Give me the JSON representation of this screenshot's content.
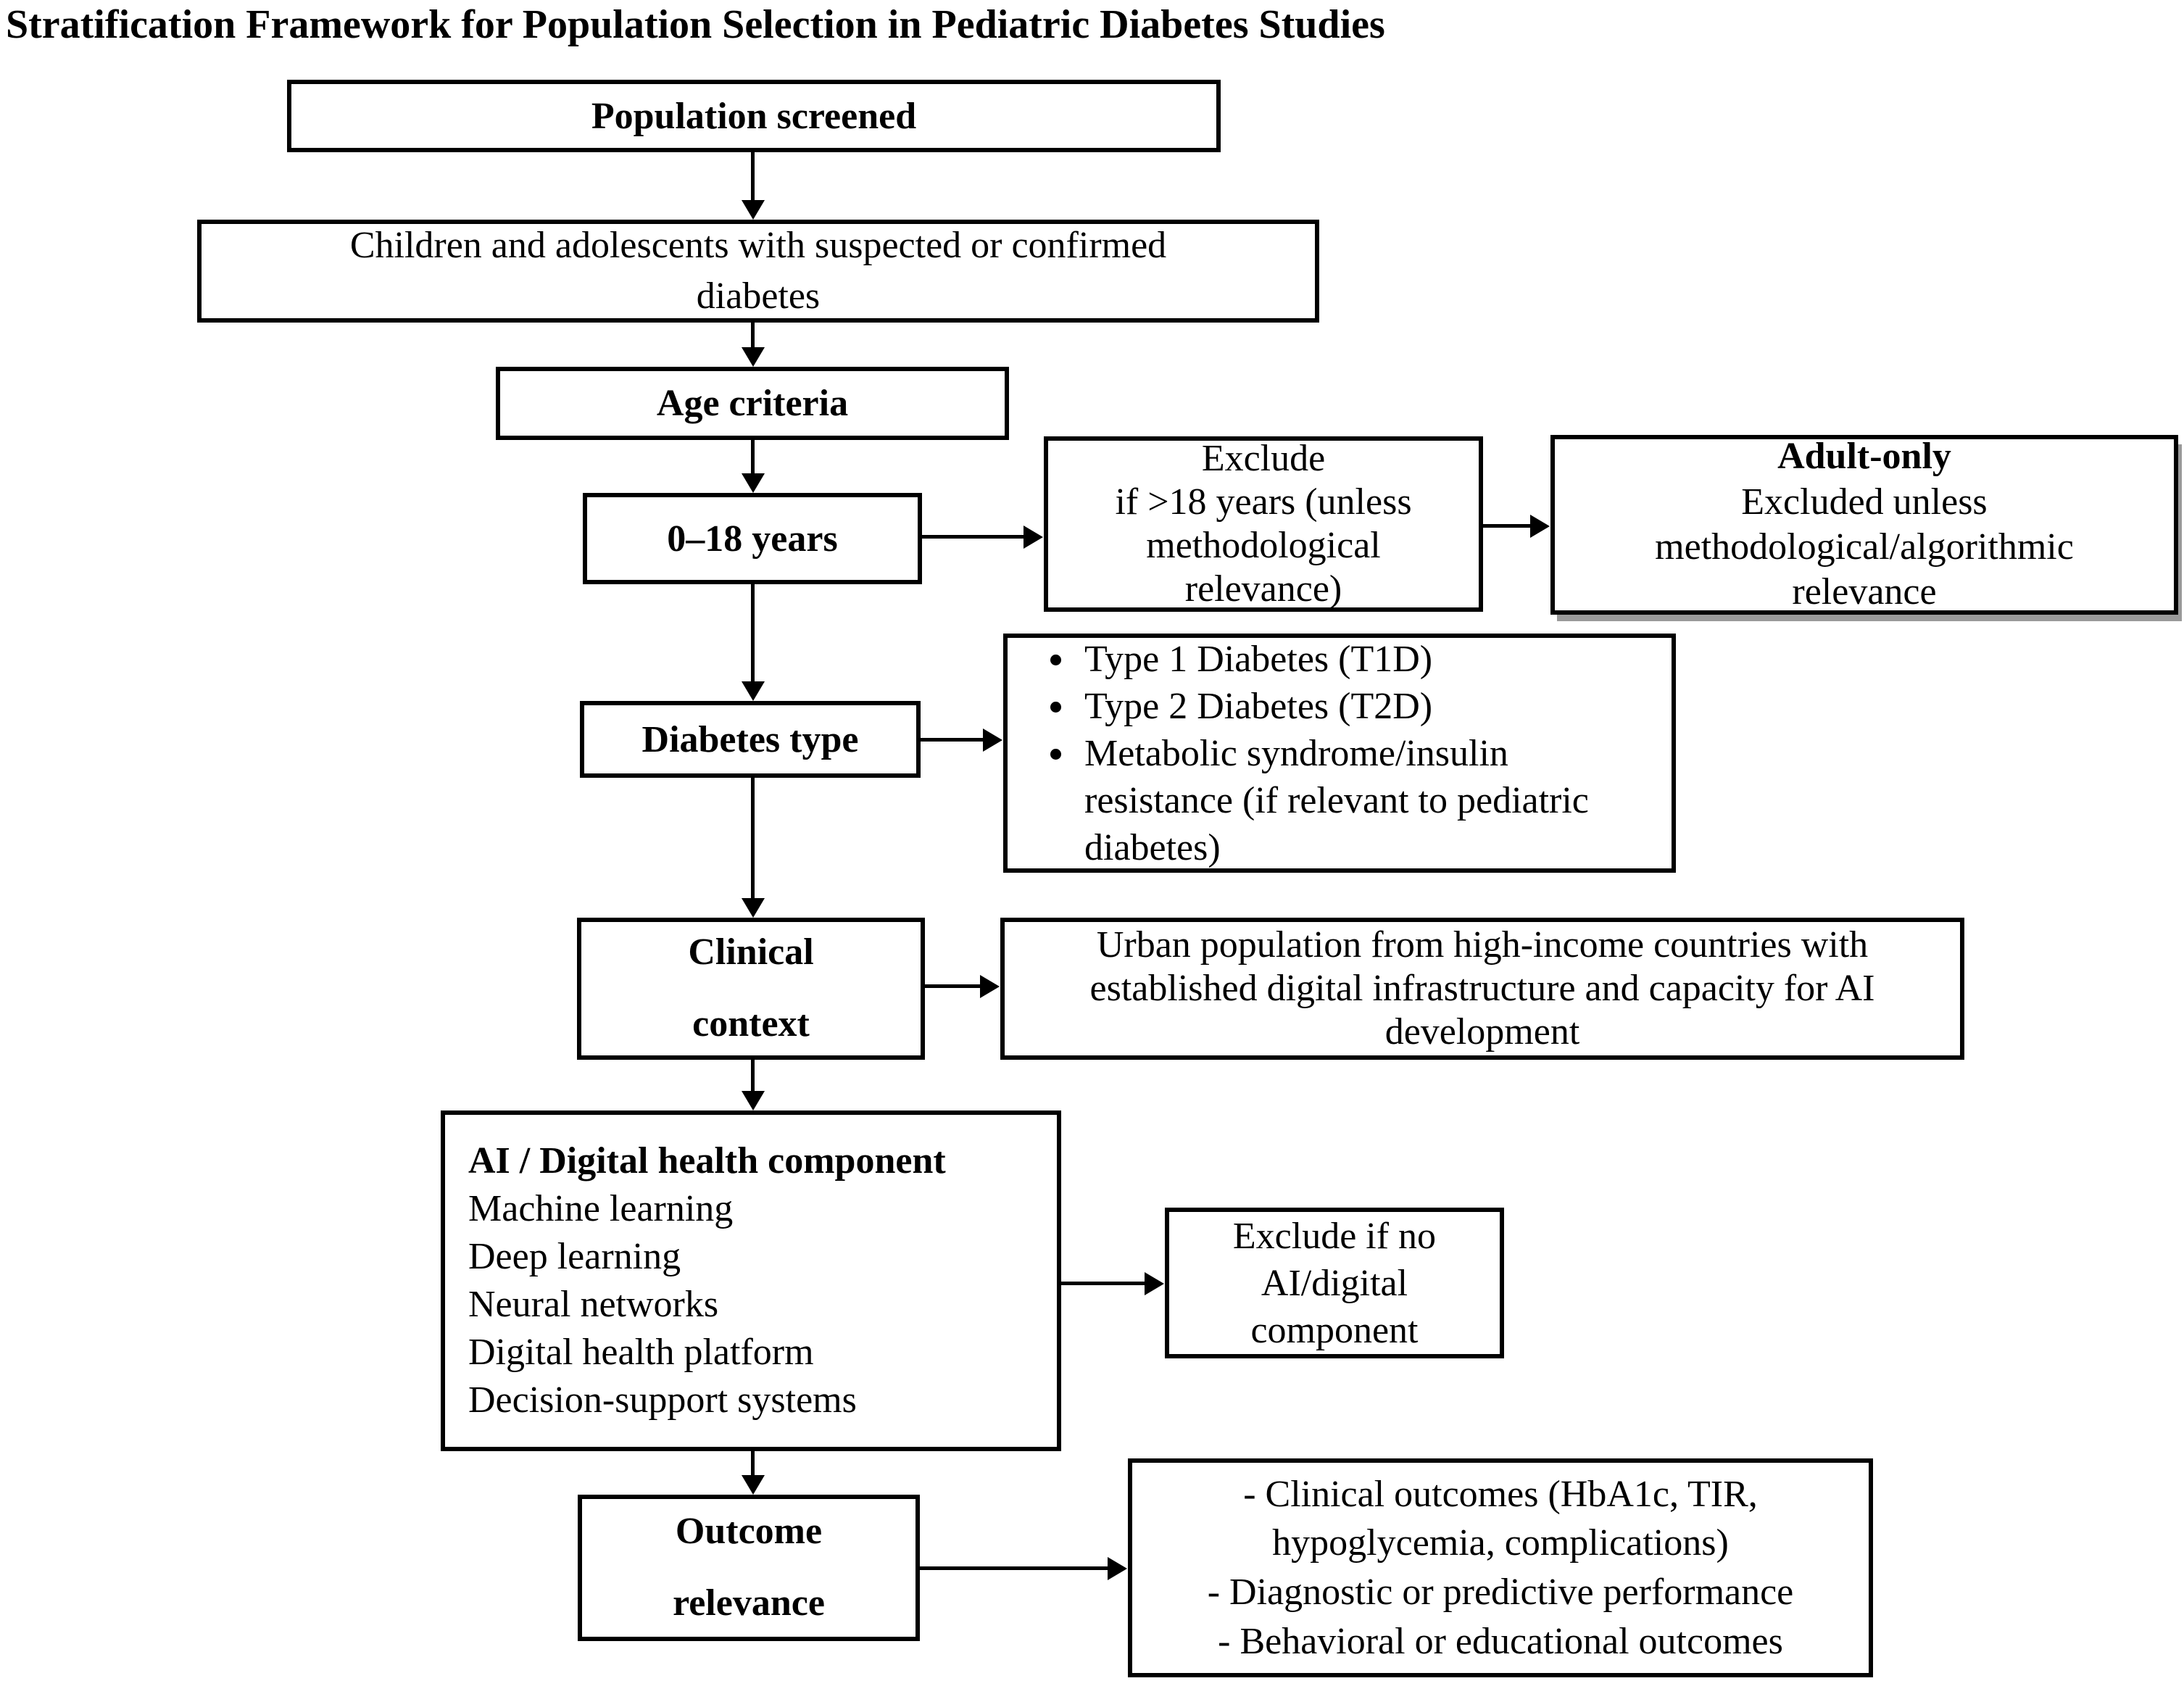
{
  "title": "Stratification Framework for Population Selection in Pediatric Diabetes Studies",
  "flowchart": {
    "nodes": {
      "population": {
        "label": "Population screened"
      },
      "children": {
        "label": "Children and adolescents with suspected or confirmed\ndiabetes"
      },
      "age_criteria": {
        "label": "Age criteria"
      },
      "age_range": {
        "label": "0–18 years"
      },
      "exclude_age": {
        "label": "Exclude\nif >18 years (unless\nmethodological\nrelevance)"
      },
      "adult_only": {
        "title": "Adult-only",
        "body": "Excluded unless\nmethodological/algorithmic\nrelevance"
      },
      "diabetes_type": {
        "label": "Diabetes type"
      },
      "diabetes_type_list": {
        "items": [
          "Type 1 Diabetes (T1D)",
          "Type 2 Diabetes (T2D)",
          "Metabolic syndrome/insulin resistance (if relevant to pediatric diabetes)"
        ]
      },
      "clinical_context": {
        "label": "Clinical\ncontext"
      },
      "clinical_setting": {
        "label": "Urban population from high-income countries with\nestablished digital infrastructure and capacity for AI\ndevelopment"
      },
      "ai_component": {
        "title": "AI / Digital health component",
        "items": [
          "Machine learning",
          "Deep learning",
          "Neural networks",
          "Digital health platform",
          "Decision-support systems"
        ]
      },
      "exclude_no_ai": {
        "label": "Exclude if no\nAI/digital\ncomponent"
      },
      "outcome_relevance": {
        "label": "Outcome\nrelevance"
      },
      "outcomes_list": {
        "items": [
          "- Clinical outcomes (HbA1c, TIR,\nhypoglycemia, complications)",
          "- Diagnostic or predictive performance",
          "- Behavioral or educational outcomes"
        ]
      }
    }
  }
}
